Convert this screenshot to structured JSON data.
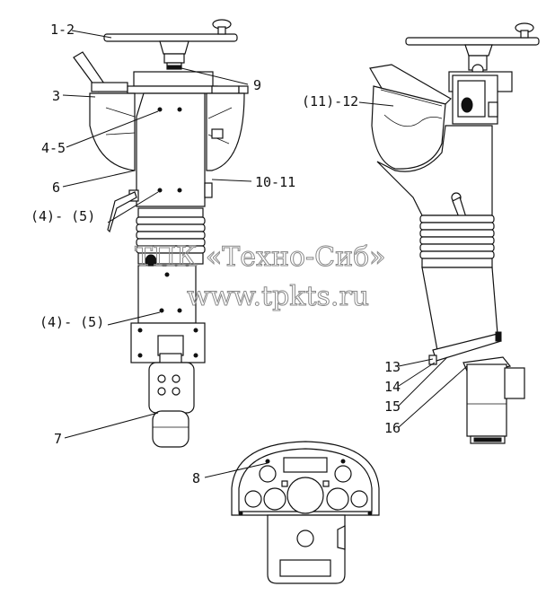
{
  "labels": {
    "l_1_2": "1-2",
    "l_3": "3",
    "l_4_5": "4-5",
    "l_6": "6",
    "l_4_5_a": "(4)- (5)",
    "l_4_5_b": "(4)- (5)",
    "l_7": "7",
    "l_8": "8",
    "l_9": "9",
    "l_10_11": "10-11",
    "l_11_12": "(11)-12",
    "l_13": "13",
    "l_14": "14",
    "l_15": "15",
    "l_16": "16"
  },
  "watermark": {
    "line1": "ТПК «Техно-Сиб»",
    "line2": "www.tpkts.ru"
  },
  "colors": {
    "line": "#111111",
    "watermark": "#8a8a8a",
    "background": "#ffffff"
  }
}
